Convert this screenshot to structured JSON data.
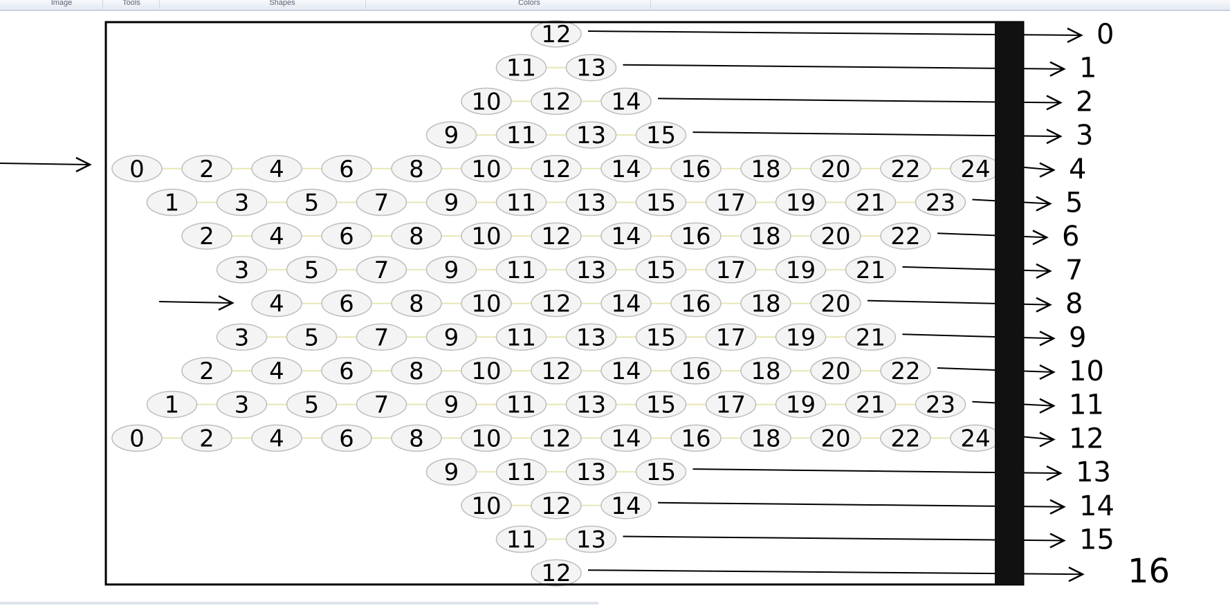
{
  "ribbon": {
    "groups": [
      {
        "label": "Image"
      },
      {
        "label": "Tools"
      },
      {
        "label": "Shapes"
      },
      {
        "label": "Colors"
      }
    ]
  },
  "drawing": {
    "colors": {
      "ink": "#000000",
      "circle_stroke": "#bdbdbd",
      "circle_fill": "#f4f4f4",
      "connector": "#e7e7b4",
      "frame": "#000000",
      "right_bar": "#111111"
    },
    "board_rows": [
      {
        "row": 0,
        "labels": [
          "12"
        ]
      },
      {
        "row": 1,
        "labels": [
          "11",
          "13"
        ]
      },
      {
        "row": 2,
        "labels": [
          "10",
          "12",
          "14"
        ]
      },
      {
        "row": 3,
        "labels": [
          "9",
          "11",
          "13",
          "15"
        ]
      },
      {
        "row": 4,
        "labels": [
          "0",
          "2",
          "4",
          "6",
          "8",
          "10",
          "12",
          "14",
          "16",
          "18",
          "20",
          "22",
          "24"
        ]
      },
      {
        "row": 5,
        "labels": [
          "1",
          "3",
          "5",
          "7",
          "9",
          "11",
          "13",
          "15",
          "17",
          "19",
          "21",
          "23"
        ]
      },
      {
        "row": 6,
        "labels": [
          "2",
          "4",
          "6",
          "8",
          "10",
          "12",
          "14",
          "16",
          "18",
          "20",
          "22"
        ]
      },
      {
        "row": 7,
        "labels": [
          "3",
          "5",
          "7",
          "9",
          "11",
          "13",
          "15",
          "17",
          "19",
          "21"
        ]
      },
      {
        "row": 8,
        "labels": [
          "4",
          "6",
          "8",
          "10",
          "12",
          "14",
          "16",
          "18",
          "20"
        ]
      },
      {
        "row": 9,
        "labels": [
          "3",
          "5",
          "7",
          "9",
          "11",
          "13",
          "15",
          "17",
          "19",
          "21"
        ]
      },
      {
        "row": 10,
        "labels": [
          "2",
          "4",
          "6",
          "8",
          "10",
          "12",
          "14",
          "16",
          "18",
          "20",
          "22"
        ]
      },
      {
        "row": 11,
        "labels": [
          "1",
          "3",
          "5",
          "7",
          "9",
          "11",
          "13",
          "15",
          "17",
          "19",
          "21",
          "23"
        ]
      },
      {
        "row": 12,
        "labels": [
          "0",
          "2",
          "4",
          "6",
          "8",
          "10",
          "12",
          "14",
          "16",
          "18",
          "20",
          "22",
          "24"
        ]
      },
      {
        "row": 13,
        "labels": [
          "9",
          "11",
          "13",
          "15"
        ]
      },
      {
        "row": 14,
        "labels": [
          "10",
          "12",
          "14"
        ]
      },
      {
        "row": 15,
        "labels": [
          "11",
          "13"
        ]
      },
      {
        "row": 16,
        "labels": [
          "12"
        ]
      }
    ],
    "row_indices": [
      "0",
      "1",
      "2",
      "3",
      "4",
      "5",
      "6",
      "7",
      "8",
      "9",
      "10",
      "11",
      "12",
      "13",
      "14",
      "15",
      "16"
    ]
  }
}
